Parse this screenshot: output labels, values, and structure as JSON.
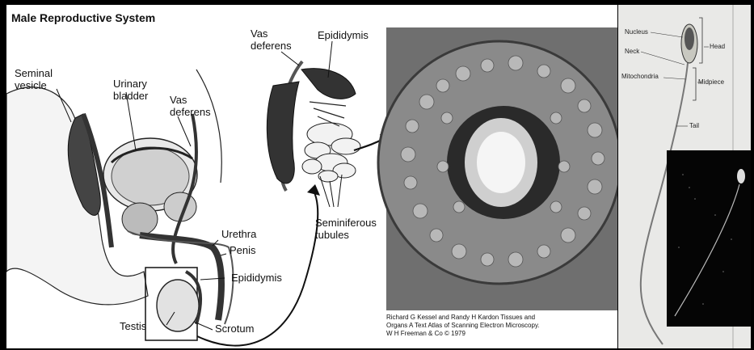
{
  "title": "Male Reproductive System",
  "labels": {
    "seminal_vesicle": "Seminal\nvesicle",
    "urinary_bladder": "Urinary\nbladder",
    "vas_deferens_left": "Vas\ndeferens",
    "vas_deferens_top": "Vas\ndeferens",
    "epididymis_top": "Epididymis",
    "urethra": "Urethra",
    "penis": "Penis",
    "epididymis_bottom": "Epididymis",
    "testis": "Testis",
    "scrotum": "Scrotum",
    "seminiferous_tubules": "Seminiferous\ntubules"
  },
  "caption": {
    "line1": "Richard G  Kessel and Randy H  Kardon  Tissues and",
    "line2": "Organs  A Text Atlas of Scanning Electron Microscopy.",
    "line3": "W  H  Freeman & Co  © 1979"
  },
  "sperm_labels": {
    "nucleus": "Nucleus",
    "neck": "Neck",
    "head": "Head",
    "mitochondria": "Mitochondria",
    "midpiece": "Midpiece",
    "tail": "Tail"
  }
}
